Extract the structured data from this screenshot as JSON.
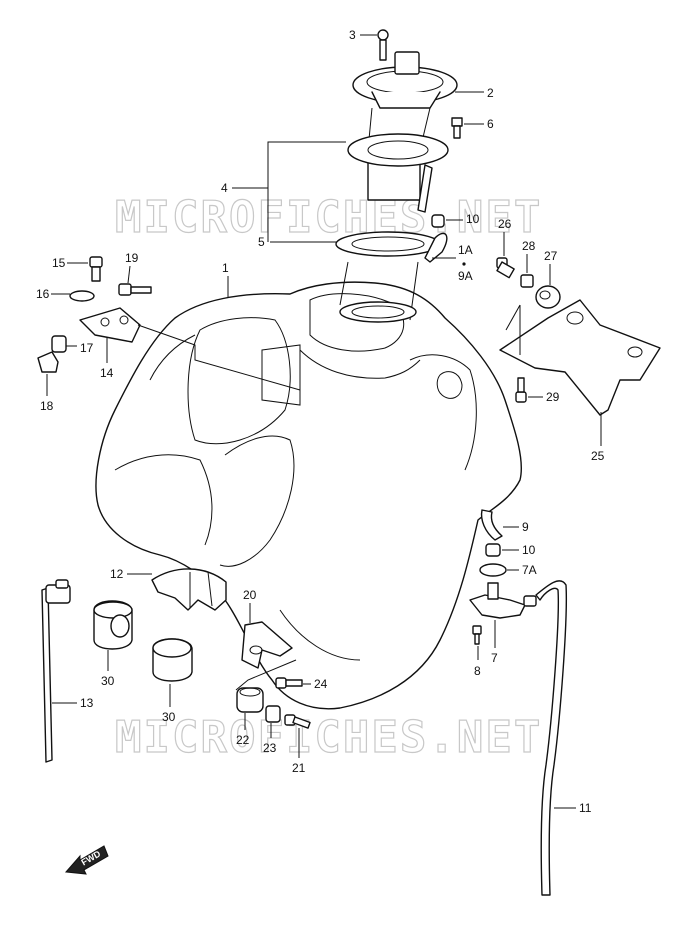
{
  "watermark": {
    "text": "MICROFICHES.NET",
    "color": "#c8c8c8"
  },
  "direction_marker": {
    "label": "FWD"
  },
  "callouts": {
    "c1": "1",
    "c1a": "1A",
    "c2": "2",
    "c3": "3",
    "c4": "4",
    "c5": "5",
    "c6": "6",
    "c7": "7",
    "c7a": "7A",
    "c8": "8",
    "c9": "9",
    "c9a": "9A",
    "c10a": "10",
    "c10b": "10",
    "c11": "11",
    "c12": "12",
    "c13": "13",
    "c14": "14",
    "c15": "15",
    "c16": "16",
    "c17": "17",
    "c18": "18",
    "c19": "19",
    "c20": "20",
    "c21": "21",
    "c22": "22",
    "c23": "23",
    "c24": "24",
    "c25": "25",
    "c26": "26",
    "c27": "27",
    "c28": "28",
    "c29": "29",
    "c30a": "30",
    "c30b": "30"
  },
  "colors": {
    "line": "#111111",
    "background": "#ffffff"
  }
}
